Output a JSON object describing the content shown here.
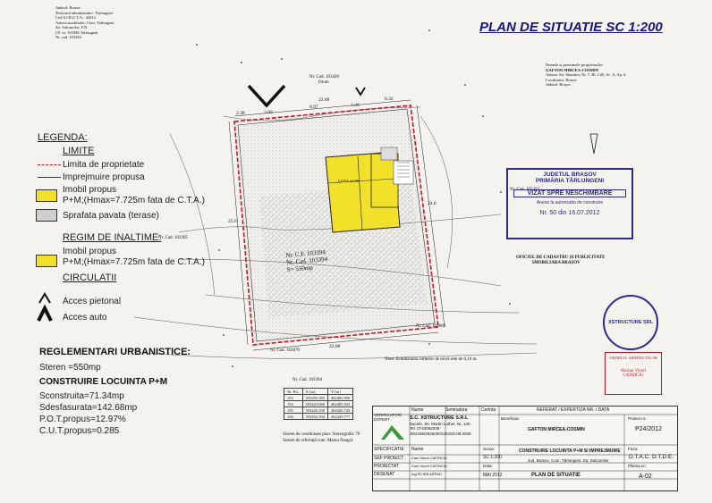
{
  "header": {
    "title": "PLAN DE SITUATIE SC 1:200",
    "top_left": [
      "Judetul: Brasov",
      "Teritoriul administrativ: Tărlungeni",
      "Cod S.I.R.U.T.A.: 42012",
      "Adresa imobilului: Com. Tărlungeni",
      "Str. Salcamilor, F.N.",
      "CF. nr. 103394 Tărlungeni",
      "Nr. cad. 103394"
    ],
    "owner": [
      "Numele și prenumele proprietarilor:",
      "GAFTON MIRCEA-COSMIN",
      "Adresa: Str. Sitarului, Nr. 7, Bl. C26, Sc. A, Ap. 6.",
      "Localitatea: Brașov",
      "Judetul: Brașov"
    ]
  },
  "legend": {
    "title": "LEGENDA:",
    "limite_title": "LIMITE",
    "limite_items": [
      "Limita de proprietate",
      "Imprejmuire propusa"
    ],
    "imobil_propus": "Imobil propus",
    "imobil_propus_detail": "P+M;(Hmax=7.725m fata de C.T.A.)",
    "sprafata": "Sprafata pavata (terase)",
    "regim_title": "REGIM DE INALTIME:",
    "regim_item": "Imobil propus",
    "regim_detail": "P+M;(Hmax=7.725m fata de C.T.A.)",
    "circulatii_title": "CIRCULATII",
    "acces_pietonal": "Acces pietonal",
    "acces_auto": "Acces auto"
  },
  "reglementari": {
    "title": "REGLEMENTARI URBANISTICE:",
    "s_teren": "Steren =550mp",
    "constructie": "CONSTRUIRE LOCUINTA P+M",
    "s_construita": "Sconstruita=71.34mp",
    "s_desfasurata": "Sdesfasurata=142.68mp",
    "pot": "P.O.T.propus=12.97%",
    "cut": "C.U.T.propus=0.285"
  },
  "plan": {
    "cad_labels": [
      "Nr. Cad. 103420",
      "Drum",
      "Nr. Cad. 103395",
      "Nr. Cad. 102870",
      "Nr. Cad. 102869",
      "Nr. Cad. 103393",
      "Nr. Cad. 103394"
    ],
    "dimensions": [
      "2.38",
      "3.00",
      "8.97",
      "22.88",
      "1.29",
      "6.32",
      "22.88",
      "25.0",
      "24.0"
    ],
    "parcel_text": [
      "Nr. C.F. 103394",
      "Nr. Cad. 103394",
      "S= 550mp"
    ],
    "house_label": "COTA ±0.00",
    "note": "Nota: Echidistanta curbelor de nivel este de 0,10 m.",
    "coord_system": "Sistem de coordonate plan: Stereografic 70",
    "ref_system": "Sistem de referință cote: Marea Neagră"
  },
  "coords_table": {
    "headers": [
      "Nr. Pct.",
      "X [m]",
      "Y [m]"
    ],
    "rows": [
      [
        "153",
        "555455.365",
        "402403.956"
      ],
      [
        "154",
        "555423.660",
        "402405.923"
      ],
      [
        "155",
        "555425.330",
        "402426.745"
      ],
      [
        "156",
        "555452.394",
        "402429.777"
      ]
    ]
  },
  "stamps": {
    "judet": "JUDETUL BRAȘOV",
    "primaria": "PRIMĂRIA TÂRLUNGENI",
    "vizat": "VIZAT SPRE NESCHIMBARE",
    "anexa": "Anexa la autorizatia de construire",
    "nr": "Nr. 50 din 16.07.2012",
    "ocpi1": "OFICIUL DE CADASTRU ȘI PUBLICITATE",
    "ocpi2": "IMOBILIARA BRAȘOV",
    "firma": "XSTRUCTURE SRL",
    "arhitect1": "ORDINUL ARHITECȚILOR",
    "arhitect2": "Marian Viorel",
    "arhitect3": "CAFRICIU"
  },
  "title_block": {
    "left_roles": [
      "VERIFICATOR/ EXPERT",
      "SPECIFICATIE",
      "SEF PROIECT",
      "PROIECTAT",
      "DESENAT"
    ],
    "names": [
      "Nume",
      "Nume",
      "Cam.Viorel CAFRICIU",
      "Cam.Viorel CAFRICIU",
      "Ing.FEJER ARPAD"
    ],
    "col_heads": [
      "Nume",
      "Semnatura",
      "Cerinta"
    ],
    "company": "S.C. XSTRUCTURE S.R.L",
    "company_addr": "Sacele, Str. Martin Luther, Nr. 130",
    "company_tel": "Tel. 0743092039",
    "company_reg": "J8/2435/2926/30/2223/20.08.2008",
    "referat": "REFERAT / EXPERTIZA NR. / DATA",
    "beneficiar_label": "Beneficiar:",
    "beneficiar": "GAFTON MIRCEA-COSMIN",
    "proiect_nr_label": "Proiect nr.:",
    "proiect_nr": "P24/2012",
    "scara_label": "Scara:",
    "scara": "SC 1:200",
    "titlu_proiect": "CONSTRUIRE LOCUINTA P+M SI IMPREJMUIRE",
    "locatie": "Jud. Brasov, Com. Tărlungeni, Str. Salcamilor",
    "faza_label": "Faza:",
    "faza": "D.T.A.C. D.T.D.E.",
    "data_label": "Data:",
    "data": "MAI 2012",
    "plansa_titlu": "PLAN DE SITUATIE",
    "plansa_nr_label": "Plansa nr.:",
    "plansa_nr": "A-02"
  },
  "colors": {
    "title": "#15157a",
    "imobil": "#f1e12a",
    "limit": "#c0182c",
    "stamp": "#2e2a8c",
    "hatch": "#9a9a9a"
  }
}
